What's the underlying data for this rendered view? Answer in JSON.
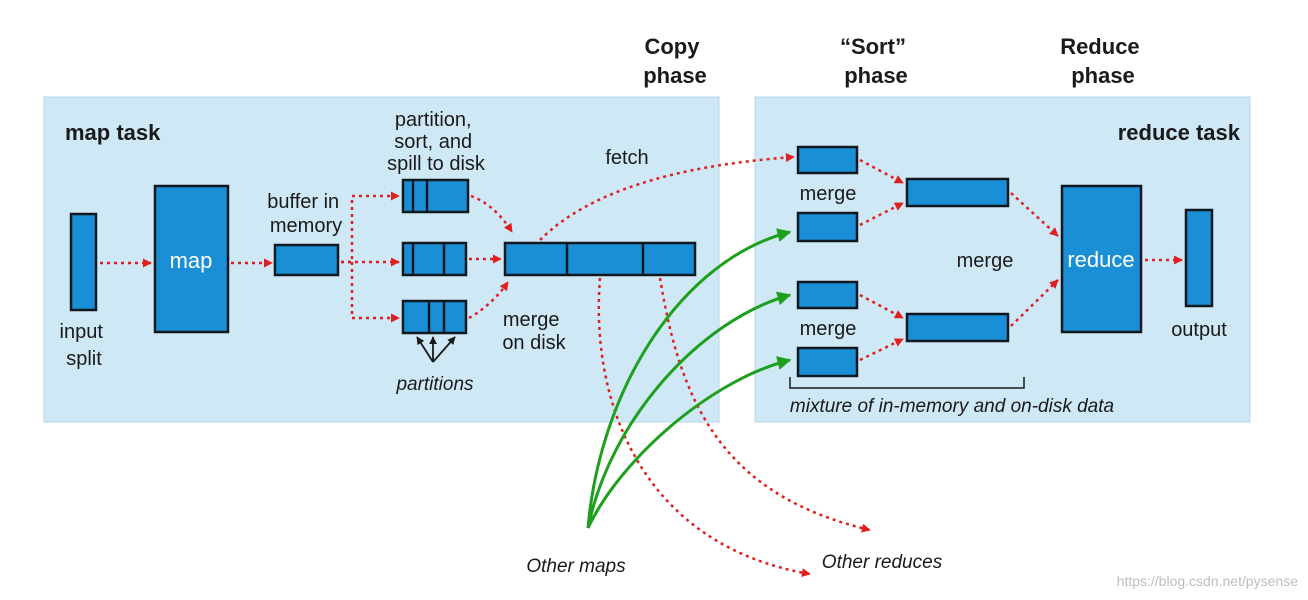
{
  "phases": {
    "copy": [
      "Copy",
      "phase"
    ],
    "sort": [
      "“Sort”",
      "phase"
    ],
    "reduce": [
      "Reduce",
      "phase"
    ]
  },
  "map_task": {
    "title": "map task",
    "map_label": "map",
    "input_split": [
      "input",
      "split"
    ],
    "buffer": [
      "buffer in",
      "memory"
    ],
    "partition_sort": [
      "partition,",
      "sort, and",
      "spill to disk"
    ],
    "partitions": "partitions",
    "merge_on_disk": [
      "merge",
      "on disk"
    ],
    "fetch": "fetch"
  },
  "reduce_task": {
    "title": "reduce task",
    "merge_top": "merge",
    "merge_mid": "merge",
    "merge_bottom": "merge",
    "reduce_label": "reduce",
    "output": "output",
    "mixture": "mixture of in-memory and on-disk data"
  },
  "external": {
    "other_maps": "Other maps",
    "other_reduces": "Other reduces"
  },
  "watermark": "https://blog.csdn.net/pysense",
  "colors": {
    "panel": "#cfe8f6",
    "box": "#1b8fd6",
    "red_arrow": "#e02020",
    "green_arrow": "#1ea01e"
  }
}
